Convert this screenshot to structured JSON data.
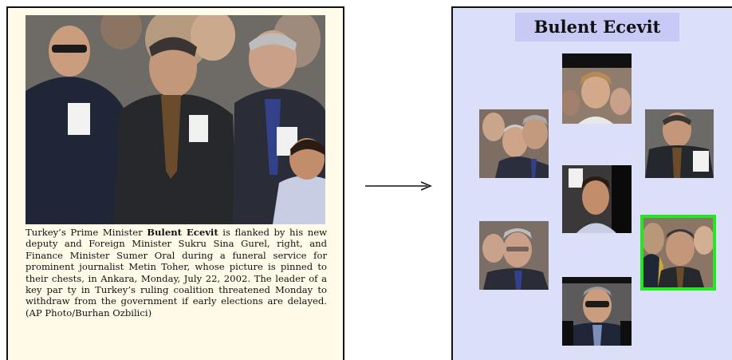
{
  "caption": {
    "pre": "Turkey’s Prime Minister ",
    "name": "Bulent Ecevit",
    "post": " is flanked by his new deputy and Foreign Minister Sukru Sina Gurel, right, and Finance Minister Sumer Oral during a funeral service for prominent journalist Metin Toher, whose picture is pinned to their chests, in Ankara, Monday, July 22, 2002. The leader of a key par ty in Turkey’s ruling coalition threatened Monday to withdraw from the government if early elections are delayed.(AP Photo/Burhan Ozbilici)"
  },
  "target_name": "Bulent Ecevit",
  "colors": {
    "left_bg": "#fffbe8",
    "right_bg": "#dcdff8",
    "label_bg": "#c6caf4",
    "highlight": "#21e821"
  },
  "faces": [
    {
      "id": "face-woman-group",
      "highlighted": false
    },
    {
      "id": "face-old-man-left",
      "highlighted": false
    },
    {
      "id": "face-man-striped-pin",
      "highlighted": false
    },
    {
      "id": "face-boy",
      "highlighted": false
    },
    {
      "id": "face-grey-hair-glasses",
      "highlighted": false
    },
    {
      "id": "face-ecevit",
      "highlighted": true
    },
    {
      "id": "face-sunglasses",
      "highlighted": false
    }
  ]
}
